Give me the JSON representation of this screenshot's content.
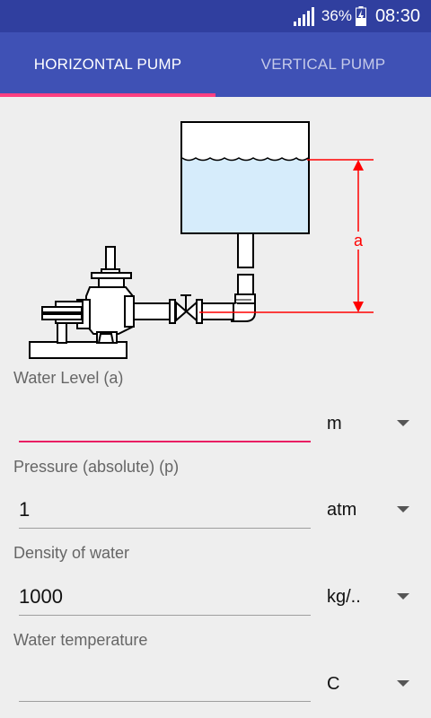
{
  "status_bar": {
    "battery_percent": "36%",
    "time": "08:30"
  },
  "tabs": [
    {
      "label": "HORIZONTAL PUMP",
      "active": true
    },
    {
      "label": "VERTICAL PUMP",
      "active": false
    }
  ],
  "diagram": {
    "dimension_label": "a"
  },
  "fields": [
    {
      "label": "Water Level (a)",
      "value": "",
      "unit": "m"
    },
    {
      "label": "Pressure (absolute) (p)",
      "value": "1",
      "unit": "atm"
    },
    {
      "label": "Density of water",
      "value": "1000",
      "unit": "kg/.."
    },
    {
      "label": "Water temperature",
      "value": "",
      "unit": "C"
    }
  ],
  "colors": {
    "primary": "#3f51b5",
    "primary_dark": "#303f9f",
    "accent": "#ff4081",
    "dimension": "#ff0000",
    "water": "#d6ecfb"
  }
}
